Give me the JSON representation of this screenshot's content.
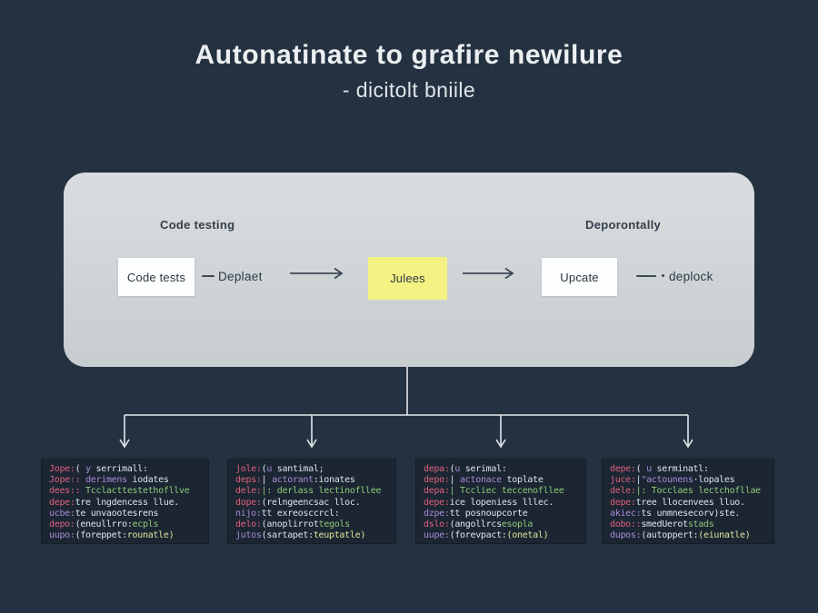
{
  "title": {
    "line1": "Autonatinate to grafire newilure",
    "line2": "- dicitolt bniile"
  },
  "panel": {
    "label_left": "Code testing",
    "label_right": "Deporontally",
    "flow": {
      "node1": "Code tests",
      "step_label": "Deplaet",
      "node2": "Julees",
      "node3": "Upcate",
      "end_label": "deplock"
    }
  },
  "colors": {
    "background": "#243140",
    "panel": "#ccd2d4",
    "node_white": "#fdfefe",
    "node_yellow_accent": "#f5f284",
    "dark_text": "#2b3541",
    "connector_light": "#e3e8ec",
    "arrow_dark": "#3d4854",
    "code_background": "#1b2632",
    "code_key": "#e0607e",
    "code_purple": "#a98bd9",
    "code_text": "#dde5ec",
    "code_green": "#8fc979",
    "code_yellow": "#e0e49c"
  },
  "code_blocks": [
    {
      "lines": [
        [
          {
            "t": "Jope:",
            "c": "key"
          },
          {
            "t": "( ",
            "c": "text"
          },
          {
            "t": "y",
            "c": "purple"
          },
          {
            "t": " serrimall:",
            "c": "text"
          }
        ],
        [
          {
            "t": "Jope::",
            "c": "key"
          },
          {
            "t": " ",
            "c": "text"
          },
          {
            "t": "derimens",
            "c": "purple"
          },
          {
            "t": " iodates",
            "c": "text"
          }
        ],
        [
          {
            "t": "dees::",
            "c": "key"
          },
          {
            "t": " Tcclacttestethofllve",
            "c": "green"
          }
        ],
        [
          {
            "t": "depe:",
            "c": "key"
          },
          {
            "t": "tre lngdencess llue.",
            "c": "text"
          }
        ],
        [
          {
            "t": "ucbe:",
            "c": "purple"
          },
          {
            "t": "te unvaootesrens",
            "c": "text"
          }
        ],
        [
          {
            "t": "depo:",
            "c": "key"
          },
          {
            "t": "(eneullrro:",
            "c": "text"
          },
          {
            "t": "ecpls",
            "c": "green"
          }
        ],
        [
          {
            "t": "uupo:",
            "c": "purple"
          },
          {
            "t": "(foreppet:",
            "c": "text"
          },
          {
            "t": "rounatle)",
            "c": "yellow"
          }
        ]
      ]
    },
    {
      "lines": [
        [
          {
            "t": "jole:",
            "c": "key"
          },
          {
            "t": "(",
            "c": "text"
          },
          {
            "t": "u",
            "c": "purple"
          },
          {
            "t": " santimal;",
            "c": "text"
          }
        ],
        [
          {
            "t": "deps:",
            "c": "key"
          },
          {
            "t": "| ",
            "c": "text"
          },
          {
            "t": "actorant",
            "c": "purple"
          },
          {
            "t": ":ionates",
            "c": "text"
          }
        ],
        [
          {
            "t": "dele:",
            "c": "key"
          },
          {
            "t": "|: derlass lectinofllee",
            "c": "green"
          }
        ],
        [
          {
            "t": "dope:",
            "c": "key"
          },
          {
            "t": "(relngeencsac lloc.",
            "c": "text"
          }
        ],
        [
          {
            "t": "nijo:",
            "c": "purple"
          },
          {
            "t": "tt exreosccrcl:",
            "c": "text"
          }
        ],
        [
          {
            "t": "delo:",
            "c": "key"
          },
          {
            "t": "(anoplirrot",
            "c": "text"
          },
          {
            "t": "tegols",
            "c": "green"
          }
        ],
        [
          {
            "t": "jutos",
            "c": "purple"
          },
          {
            "t": "(sartapet:",
            "c": "text"
          },
          {
            "t": "teuptatle)",
            "c": "yellow"
          }
        ]
      ]
    },
    {
      "lines": [
        [
          {
            "t": "depa:",
            "c": "key"
          },
          {
            "t": "(",
            "c": "text"
          },
          {
            "t": "u",
            "c": "purple"
          },
          {
            "t": " serimal:",
            "c": "text"
          }
        ],
        [
          {
            "t": "depo:",
            "c": "key"
          },
          {
            "t": "| ",
            "c": "text"
          },
          {
            "t": "actonace",
            "c": "purple"
          },
          {
            "t": " toplate",
            "c": "text"
          }
        ],
        [
          {
            "t": "depa:",
            "c": "key"
          },
          {
            "t": "| Tccliec teccenofllee",
            "c": "green"
          }
        ],
        [
          {
            "t": "depe:",
            "c": "key"
          },
          {
            "t": "ice lopeniess lllec.",
            "c": "text"
          }
        ],
        [
          {
            "t": "dzpe:",
            "c": "purple"
          },
          {
            "t": "tt posnoupcorte",
            "c": "text"
          }
        ],
        [
          {
            "t": "dslo:",
            "c": "key"
          },
          {
            "t": "(angollrcs",
            "c": "text"
          },
          {
            "t": "esopla",
            "c": "green"
          }
        ],
        [
          {
            "t": "uupe:",
            "c": "purple"
          },
          {
            "t": "(forevpact:",
            "c": "text"
          },
          {
            "t": "(onetal)",
            "c": "yellow"
          }
        ]
      ]
    },
    {
      "lines": [
        [
          {
            "t": "depe:",
            "c": "key"
          },
          {
            "t": "( ",
            "c": "text"
          },
          {
            "t": "u",
            "c": "purple"
          },
          {
            "t": " serminatl:",
            "c": "text"
          }
        ],
        [
          {
            "t": "juce:",
            "c": "key"
          },
          {
            "t": "|",
            "c": "text"
          },
          {
            "t": "\"actounens",
            "c": "purple"
          },
          {
            "t": "·lopales",
            "c": "text"
          }
        ],
        [
          {
            "t": "dele:",
            "c": "key"
          },
          {
            "t": "|: Tocclaes lectchofllae",
            "c": "green"
          }
        ],
        [
          {
            "t": "depe:",
            "c": "key"
          },
          {
            "t": "tree llocenvees lluo.",
            "c": "text"
          }
        ],
        [
          {
            "t": "akiec:",
            "c": "purple"
          },
          {
            "t": "ts unmnesecorv)ste.",
            "c": "text"
          }
        ],
        [
          {
            "t": "dobo::",
            "c": "key"
          },
          {
            "t": "smedUerot",
            "c": "text"
          },
          {
            "t": "stads",
            "c": "green"
          }
        ],
        [
          {
            "t": "dupos:",
            "c": "purple"
          },
          {
            "t": "(autoppert:",
            "c": "text"
          },
          {
            "t": "(eiunatle)",
            "c": "yellow"
          }
        ]
      ]
    }
  ]
}
